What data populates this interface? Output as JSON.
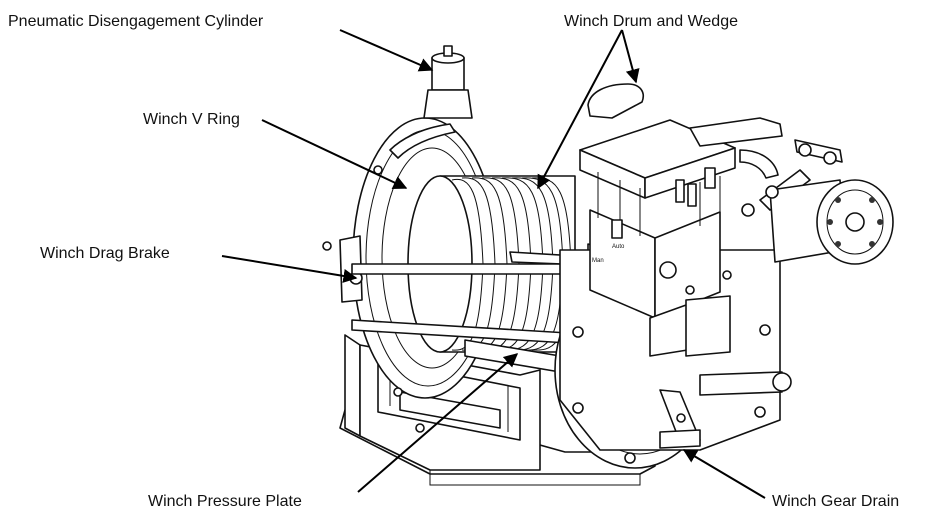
{
  "labels": {
    "pneumatic_cylinder": "Pneumatic Disengagement Cylinder",
    "drum_wedge": "Winch Drum and Wedge",
    "v_ring": "Winch V Ring",
    "drag_brake": "Winch Drag Brake",
    "pressure_plate": "Winch Pressure Plate",
    "gear_drain": "Winch Gear Drain"
  },
  "valve_tags": {
    "auto": "Auto",
    "man": "Man"
  }
}
